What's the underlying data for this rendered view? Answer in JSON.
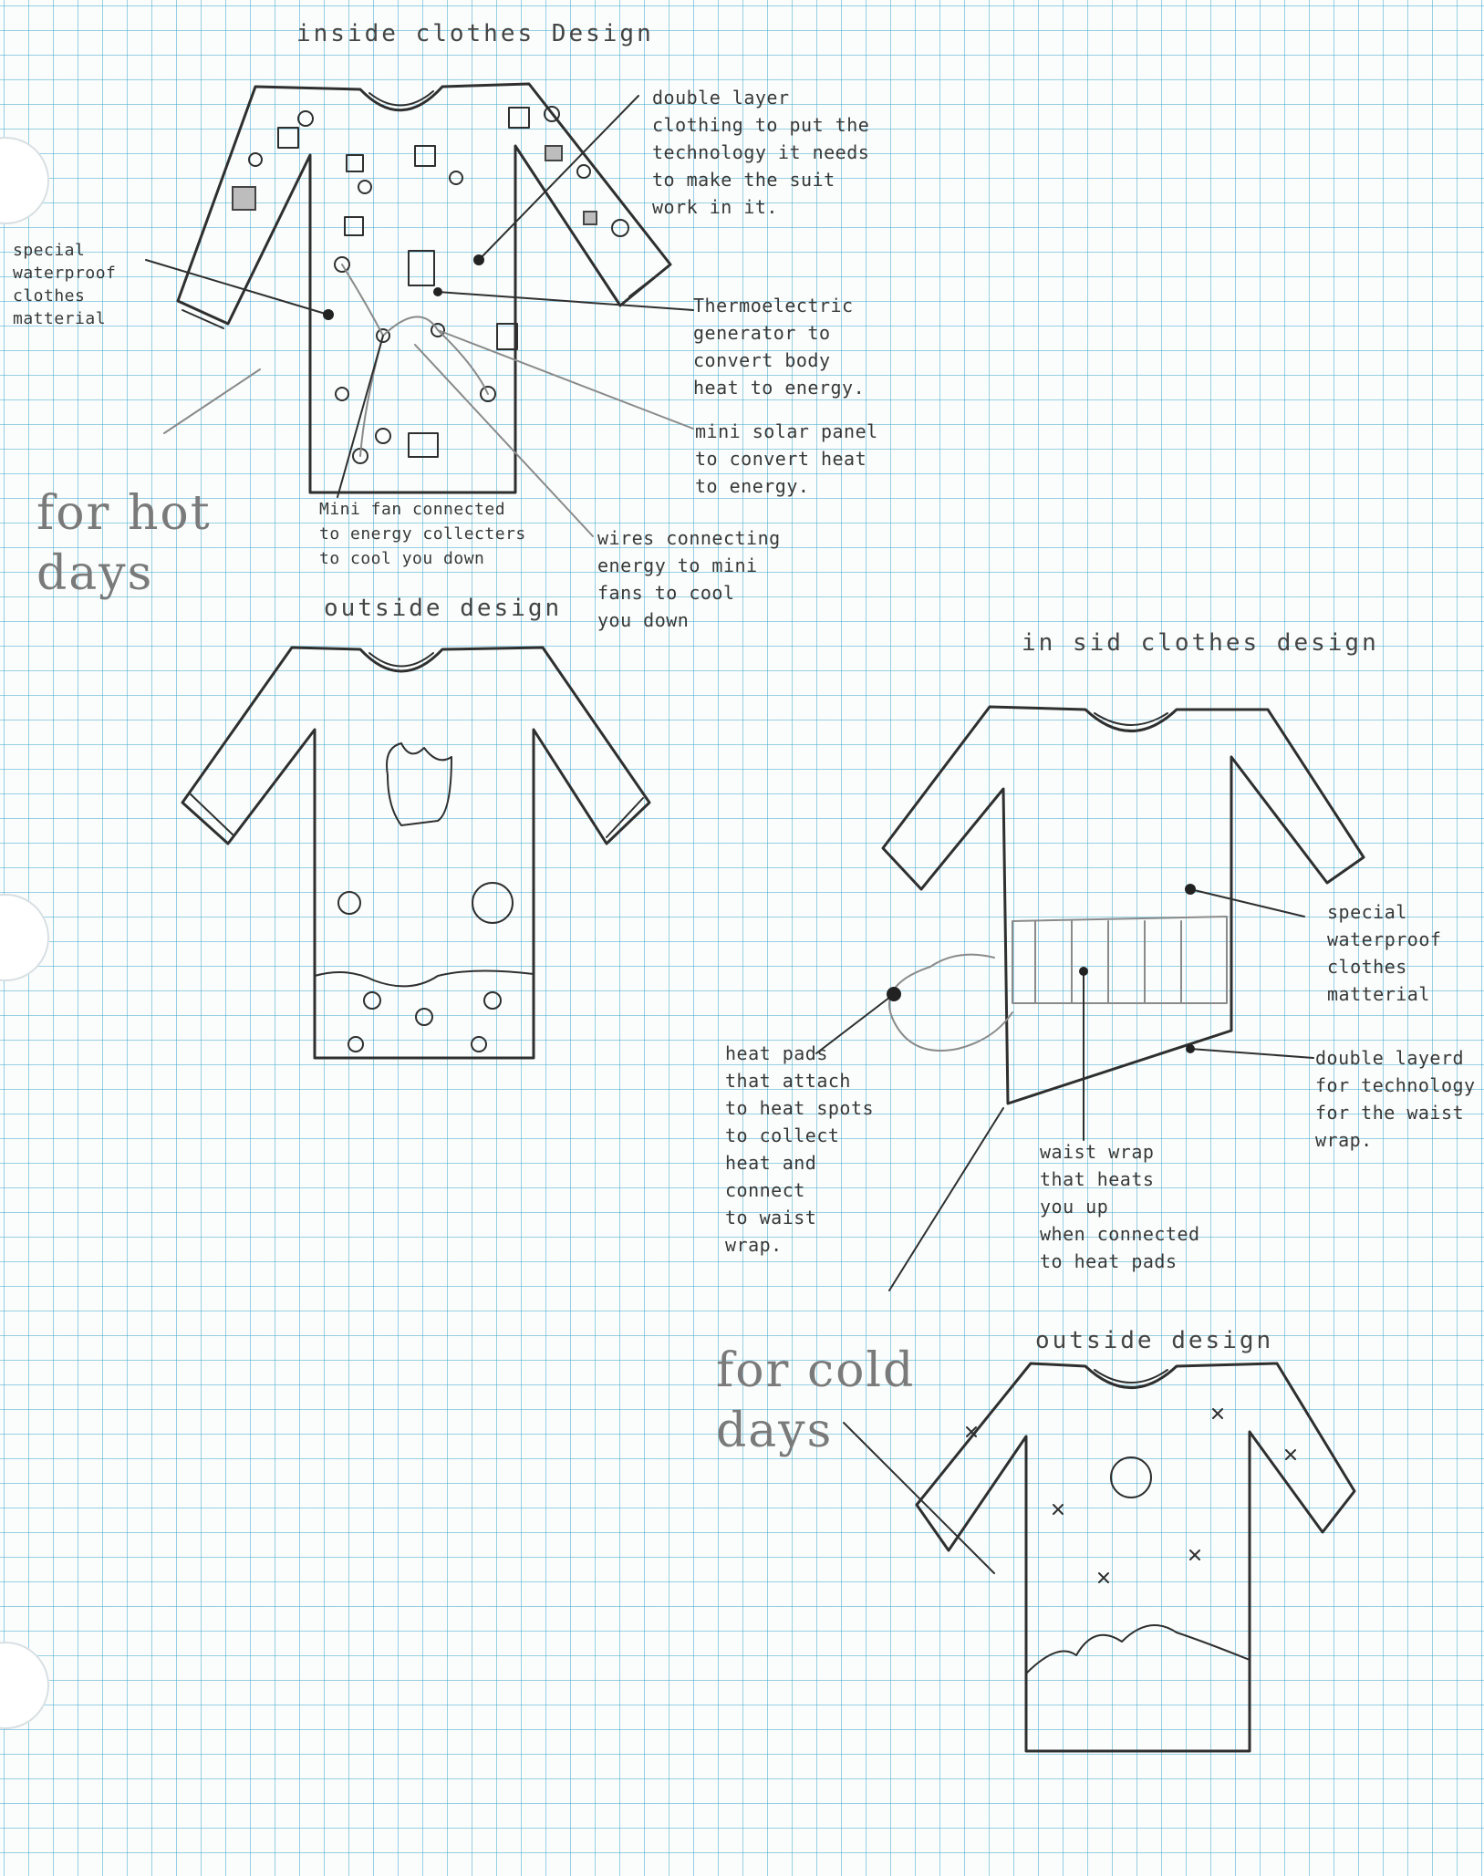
{
  "page": {
    "paper_style": "graph paper",
    "grid_color": "#46aacd",
    "pencil_color": "#2f2f2f"
  },
  "hot_days": {
    "inside_title": "inside clothes Design",
    "outside_title": "outside design",
    "side_label": "for hot\ndays",
    "annotations": {
      "double_layer": "double layer\nclothing to put the\ntechnology it needs\nto make the suit\nwork in it.",
      "waterproof": "special\nwaterproof\nclothes\nmatterial",
      "thermoelectric": "Thermoelectric\ngenerator to\nconvert body\nheat to energy.",
      "solar_panel": "mini solar panel\nto convert heat\nto energy.",
      "mini_fan": "Mini fan connected\nto energy collecters\nto cool you down",
      "wires": "wires connecting\nenergy to mini\nfans to cool\nyou down"
    }
  },
  "cold_days": {
    "inside_title": "in sid clothes design",
    "outside_title": "outside design",
    "side_label": "for cold\ndays",
    "annotations": {
      "waterproof": "special\nwaterproof\nclothes\nmatterial",
      "double_layered": "double layerd\nfor technology\nfor the waist\nwrap.",
      "heat_pads": "heat pads\nthat attach\nto heat spots\nto collect\nheat and\nconnect\nto waist\nwrap.",
      "waist_wrap": "waist wrap\nthat heats\nyou up\nwhen connected\nto heat pads"
    }
  }
}
